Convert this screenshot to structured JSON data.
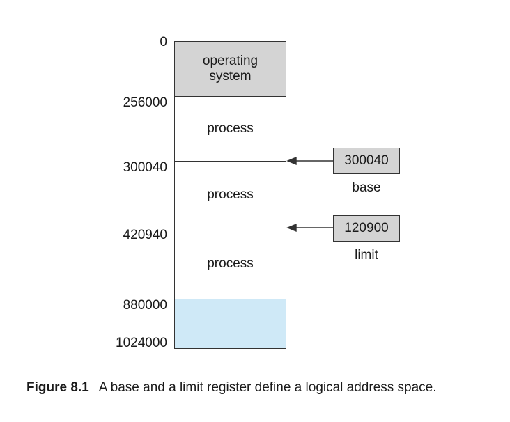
{
  "addresses": {
    "a0": "0",
    "a1": "256000",
    "a2": "300040",
    "a3": "420940",
    "a4": "880000",
    "a5": "1024000"
  },
  "segments": {
    "os": "operating\nsystem",
    "p1": "process",
    "p2": "process",
    "p3": "process",
    "free": ""
  },
  "registers": {
    "base": {
      "value": "300040",
      "label": "base"
    },
    "limit": {
      "value": "120900",
      "label": "limit"
    }
  },
  "caption": {
    "figure": "Figure 8.1",
    "text": "A base and a limit register define a logical address space."
  },
  "colors": {
    "os_fill": "#d4d4d4",
    "register_fill": "#d4d4d4",
    "free_fill": "#cfe9f7",
    "stroke": "#333333"
  }
}
